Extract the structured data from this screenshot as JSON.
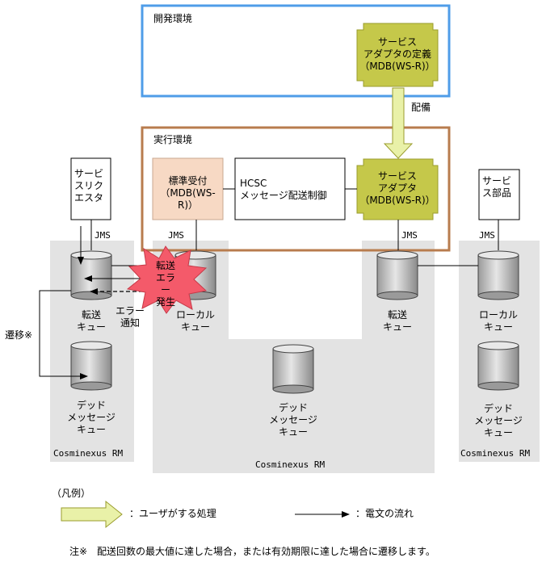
{
  "dev_env": {
    "label": "開発環境",
    "adapter_def": "サービス\nアダプタの定義\n（MDB(WS-R)）"
  },
  "deploy_label": "配備",
  "exec_env": {
    "label": "実行環境",
    "std_receiver": "標準受付\n（MDB(WS-R)）",
    "hcsc": "HCSC\nメッセージ配送制御",
    "adapter": "サービス\nアダプタ\n（MDB(WS-R)）"
  },
  "service_requester": "サービ\nスリク\nエスタ",
  "service_component": "サービ\nス部品",
  "jms": "JMS",
  "queues": {
    "forward": "転送\nキュー",
    "local": "ローカル\nキュー",
    "dead": "デッド\nメッセージ\nキュー"
  },
  "error_burst": "転送\nエラー\n発生",
  "error_notice": "エラー\n通知",
  "transition": "遷移※",
  "rm_label": "Cosminexus RM",
  "legend": {
    "title": "（凡例）",
    "user_action": "：ユーザがする処理",
    "message_flow": "：電文の流れ"
  },
  "note": "注※　配送回数の最大値に達した場合，または有効期限に達した場合に遷移します。",
  "colors": {
    "dev_border": "#4f9de8",
    "exec_border": "#b87c4e",
    "adapter_fill": "#c5c84a",
    "receiver_fill": "#f7d9c4",
    "rm_fill": "#e3e3e3",
    "burst_fill": "#f45a6a",
    "arrow_fill": "#e9f1a8"
  }
}
